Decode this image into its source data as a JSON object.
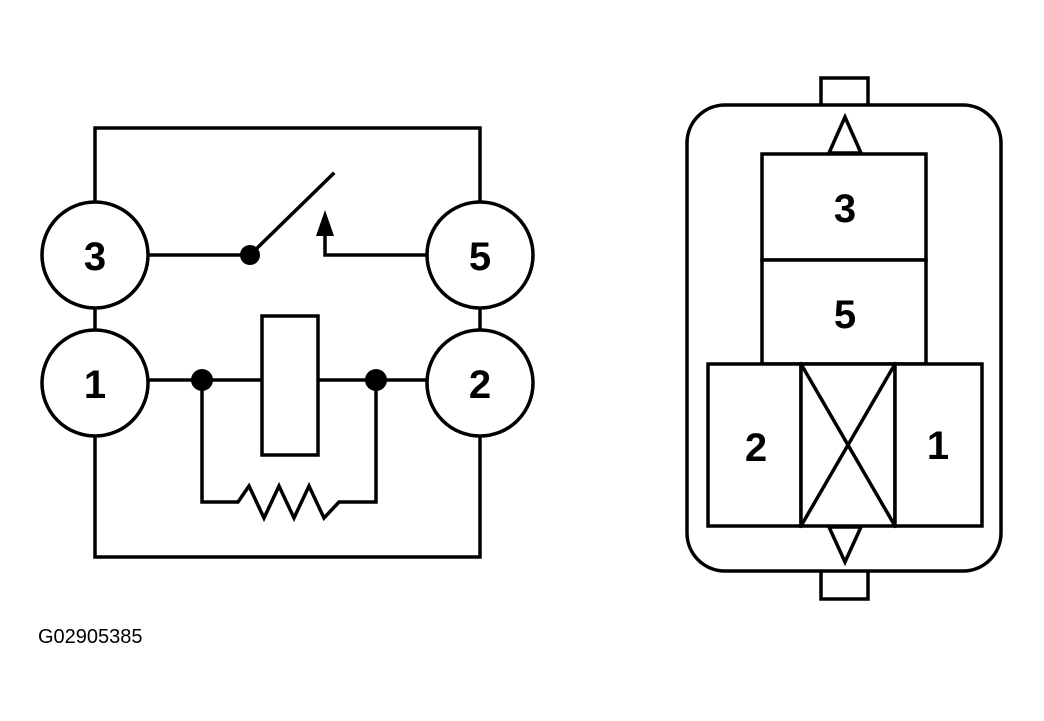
{
  "schematic": {
    "terminals": [
      "3",
      "5",
      "1",
      "2"
    ]
  },
  "connector": {
    "cavities": [
      "3",
      "5",
      "2",
      "1"
    ]
  },
  "caption": "G02905385",
  "colors": {
    "ink": "#000000",
    "paper": "#ffffff"
  }
}
